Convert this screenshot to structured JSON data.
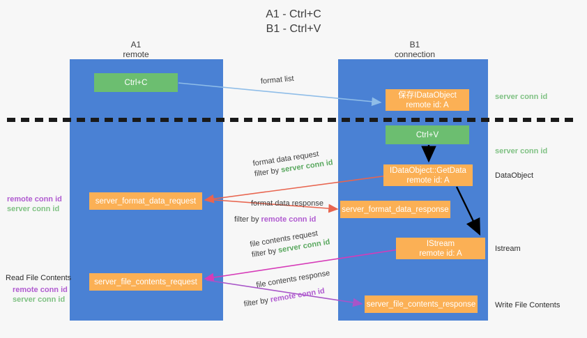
{
  "title": {
    "line1": "A1 - Ctrl+C",
    "line2": "B1 - Ctrl+V"
  },
  "lanes": [
    {
      "name": "A1",
      "sub": "remote",
      "color": "#4a81d4"
    },
    {
      "name": "B1",
      "sub": "connection",
      "color": "#4a81d4"
    }
  ],
  "colors": {
    "lane": "#4a81d4",
    "green_box": "#6cbe70",
    "orange_box": "#fbb055",
    "green_text": "#5aa85f",
    "purple_text": "#b05bd0",
    "arrow_lightblue": "#8fbde8",
    "arrow_red": "#e8654f",
    "arrow_magenta": "#d63bb8",
    "arrow_purple": "#a855c8",
    "arrow_black": "#000000",
    "background": "#f7f7f7"
  },
  "boxes": {
    "ctrl_c": {
      "label": "Ctrl+C"
    },
    "save_idataobject": {
      "line1": "保存IDataObject",
      "line2": "remote id: A"
    },
    "ctrl_v": {
      "label": "Ctrl+V"
    },
    "getdata": {
      "line1": "IDataObject::GetData",
      "line2": "remote id: A"
    },
    "istream": {
      "line1": "IStream",
      "line2": "remote id: A"
    },
    "server_format_data_request": {
      "label": "server_format_data_request"
    },
    "server_format_data_response": {
      "label": "server_format_data_response"
    },
    "server_file_contents_request": {
      "label": "server_file_contents_request"
    },
    "server_file_contents_response": {
      "label": "server_file_contents_response"
    }
  },
  "flows": {
    "format_list": "format list",
    "format_data_request": {
      "line1": "format data request",
      "filter_prefix": "filter by ",
      "filter_value": "server conn id"
    },
    "format_data_response": {
      "line1": "format data response",
      "filter_prefix": "filter by ",
      "filter_value": "remote conn id"
    },
    "file_contents_request": {
      "line1": "file contents request",
      "filter_prefix": "filter by ",
      "filter_value": "server conn id"
    },
    "file_contents_response": {
      "line1": "file contents response",
      "filter_prefix": "filter by ",
      "filter_value": "remote conn id"
    }
  },
  "right_labels": {
    "server_conn_id_top": "server conn id",
    "server_conn_id_mid": "server conn id",
    "dataobject": "DataObject",
    "istream": "Istream",
    "write_file_contents": "Write File Contents"
  },
  "left_labels": {
    "remote_conn_id_1": "remote conn id",
    "server_conn_id_1": "server conn id",
    "read_file_contents": "Read File Contents",
    "remote_conn_id_2": "remote conn id",
    "server_conn_id_2": "server conn id"
  }
}
